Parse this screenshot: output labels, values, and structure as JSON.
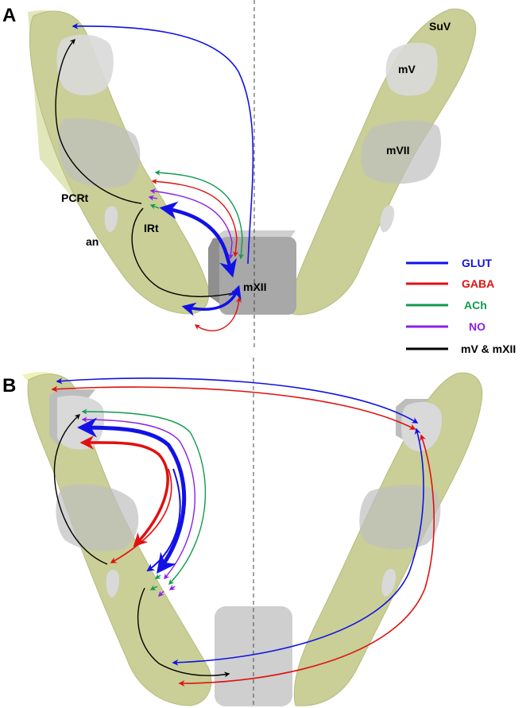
{
  "panels": {
    "a": {
      "letter": "A"
    },
    "b": {
      "letter": "B"
    }
  },
  "region_labels": {
    "suv": "SuV",
    "mv": "mV",
    "mvii": "mVII",
    "pcrt": "PCRt",
    "irt": "IRt",
    "an": "an",
    "mxii": "mXII"
  },
  "legend": [
    {
      "key": "glut",
      "label": "GLUT",
      "color": "#1111e6"
    },
    {
      "key": "gaba",
      "label": "GABA",
      "color": "#e01010"
    },
    {
      "key": "ach",
      "label": "ACh",
      "color": "#129a4e"
    },
    {
      "key": "no",
      "label": "NO",
      "color": "#8a1fe8"
    },
    {
      "key": "mv-mxii",
      "label": "mV & mXII",
      "color": "#000000"
    }
  ],
  "colors": {
    "band": "#c9cf96",
    "band_edge": "#b7bd7f",
    "nucleus": "#d9d9d9",
    "mxii_nucleus": "#a8a8a8",
    "midline": "#444444"
  }
}
